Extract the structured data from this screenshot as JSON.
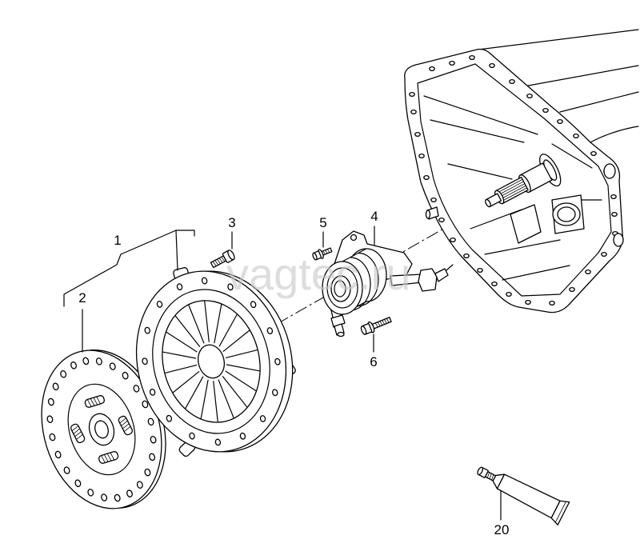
{
  "watermark": "vagtec.ru",
  "callouts": {
    "pressure_plate": "1",
    "clutch_disc": "2",
    "bolt_pressure_plate": "3",
    "release_bearing": "4",
    "bolt_release_bearing_upper": "5",
    "bolt_release_bearing_lower": "6",
    "grease": "20"
  },
  "colors": {
    "line": "#000000",
    "background": "#ffffff",
    "watermark": "#c8c8c8"
  }
}
